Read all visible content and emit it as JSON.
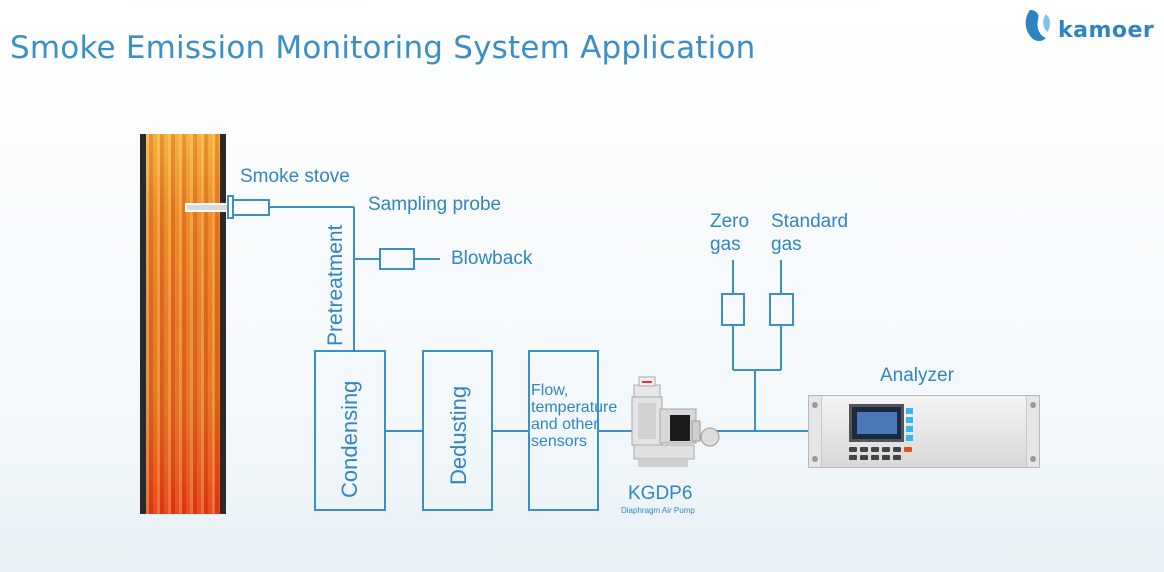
{
  "header": {
    "title": "Smoke Emission Monitoring System Application",
    "brand": "kamoer"
  },
  "labels": {
    "smoke_stove": "Smoke stove",
    "sampling_probe": "Sampling probe",
    "blowback": "Blowback",
    "pretreatment": "Pretreatment",
    "condensing": "Condensing",
    "dedusting": "Dedusting",
    "sensors": "Flow, temperature and other sensors",
    "pump_model": "KGDP6",
    "pump_desc": "Diaphragm Air Pump",
    "zero_gas": "Zero gas",
    "standard_gas": "Standard gas",
    "analyzer": "Analyzer"
  },
  "colors": {
    "accent": "#3a8fc7",
    "flame_top": "#f2b340",
    "flame_bottom": "#e2301a",
    "stack_wall": "#2a2a2a"
  }
}
